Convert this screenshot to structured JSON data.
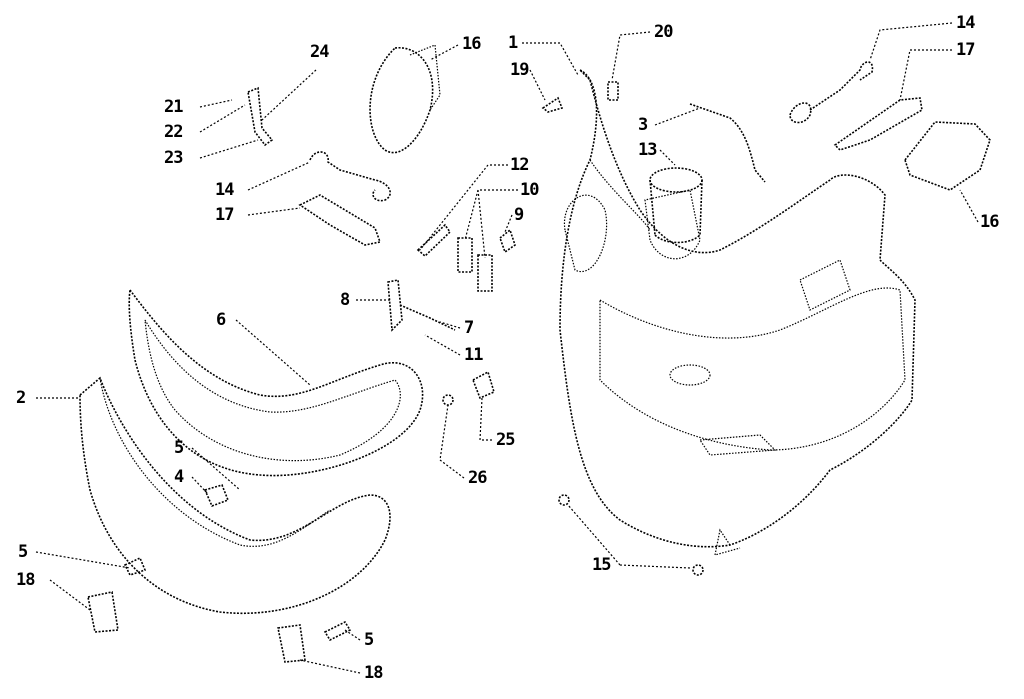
{
  "diagram": {
    "type": "exploded parts diagram",
    "callouts": [
      "24",
      "16",
      "21",
      "22",
      "23",
      "14",
      "17",
      "6",
      "2",
      "5",
      "4",
      "5",
      "18",
      "5",
      "18",
      "8",
      "7",
      "11",
      "12",
      "10",
      "9",
      "25",
      "26",
      "1",
      "19",
      "20",
      "3",
      "13",
      "14",
      "17",
      "16",
      "15"
    ]
  }
}
